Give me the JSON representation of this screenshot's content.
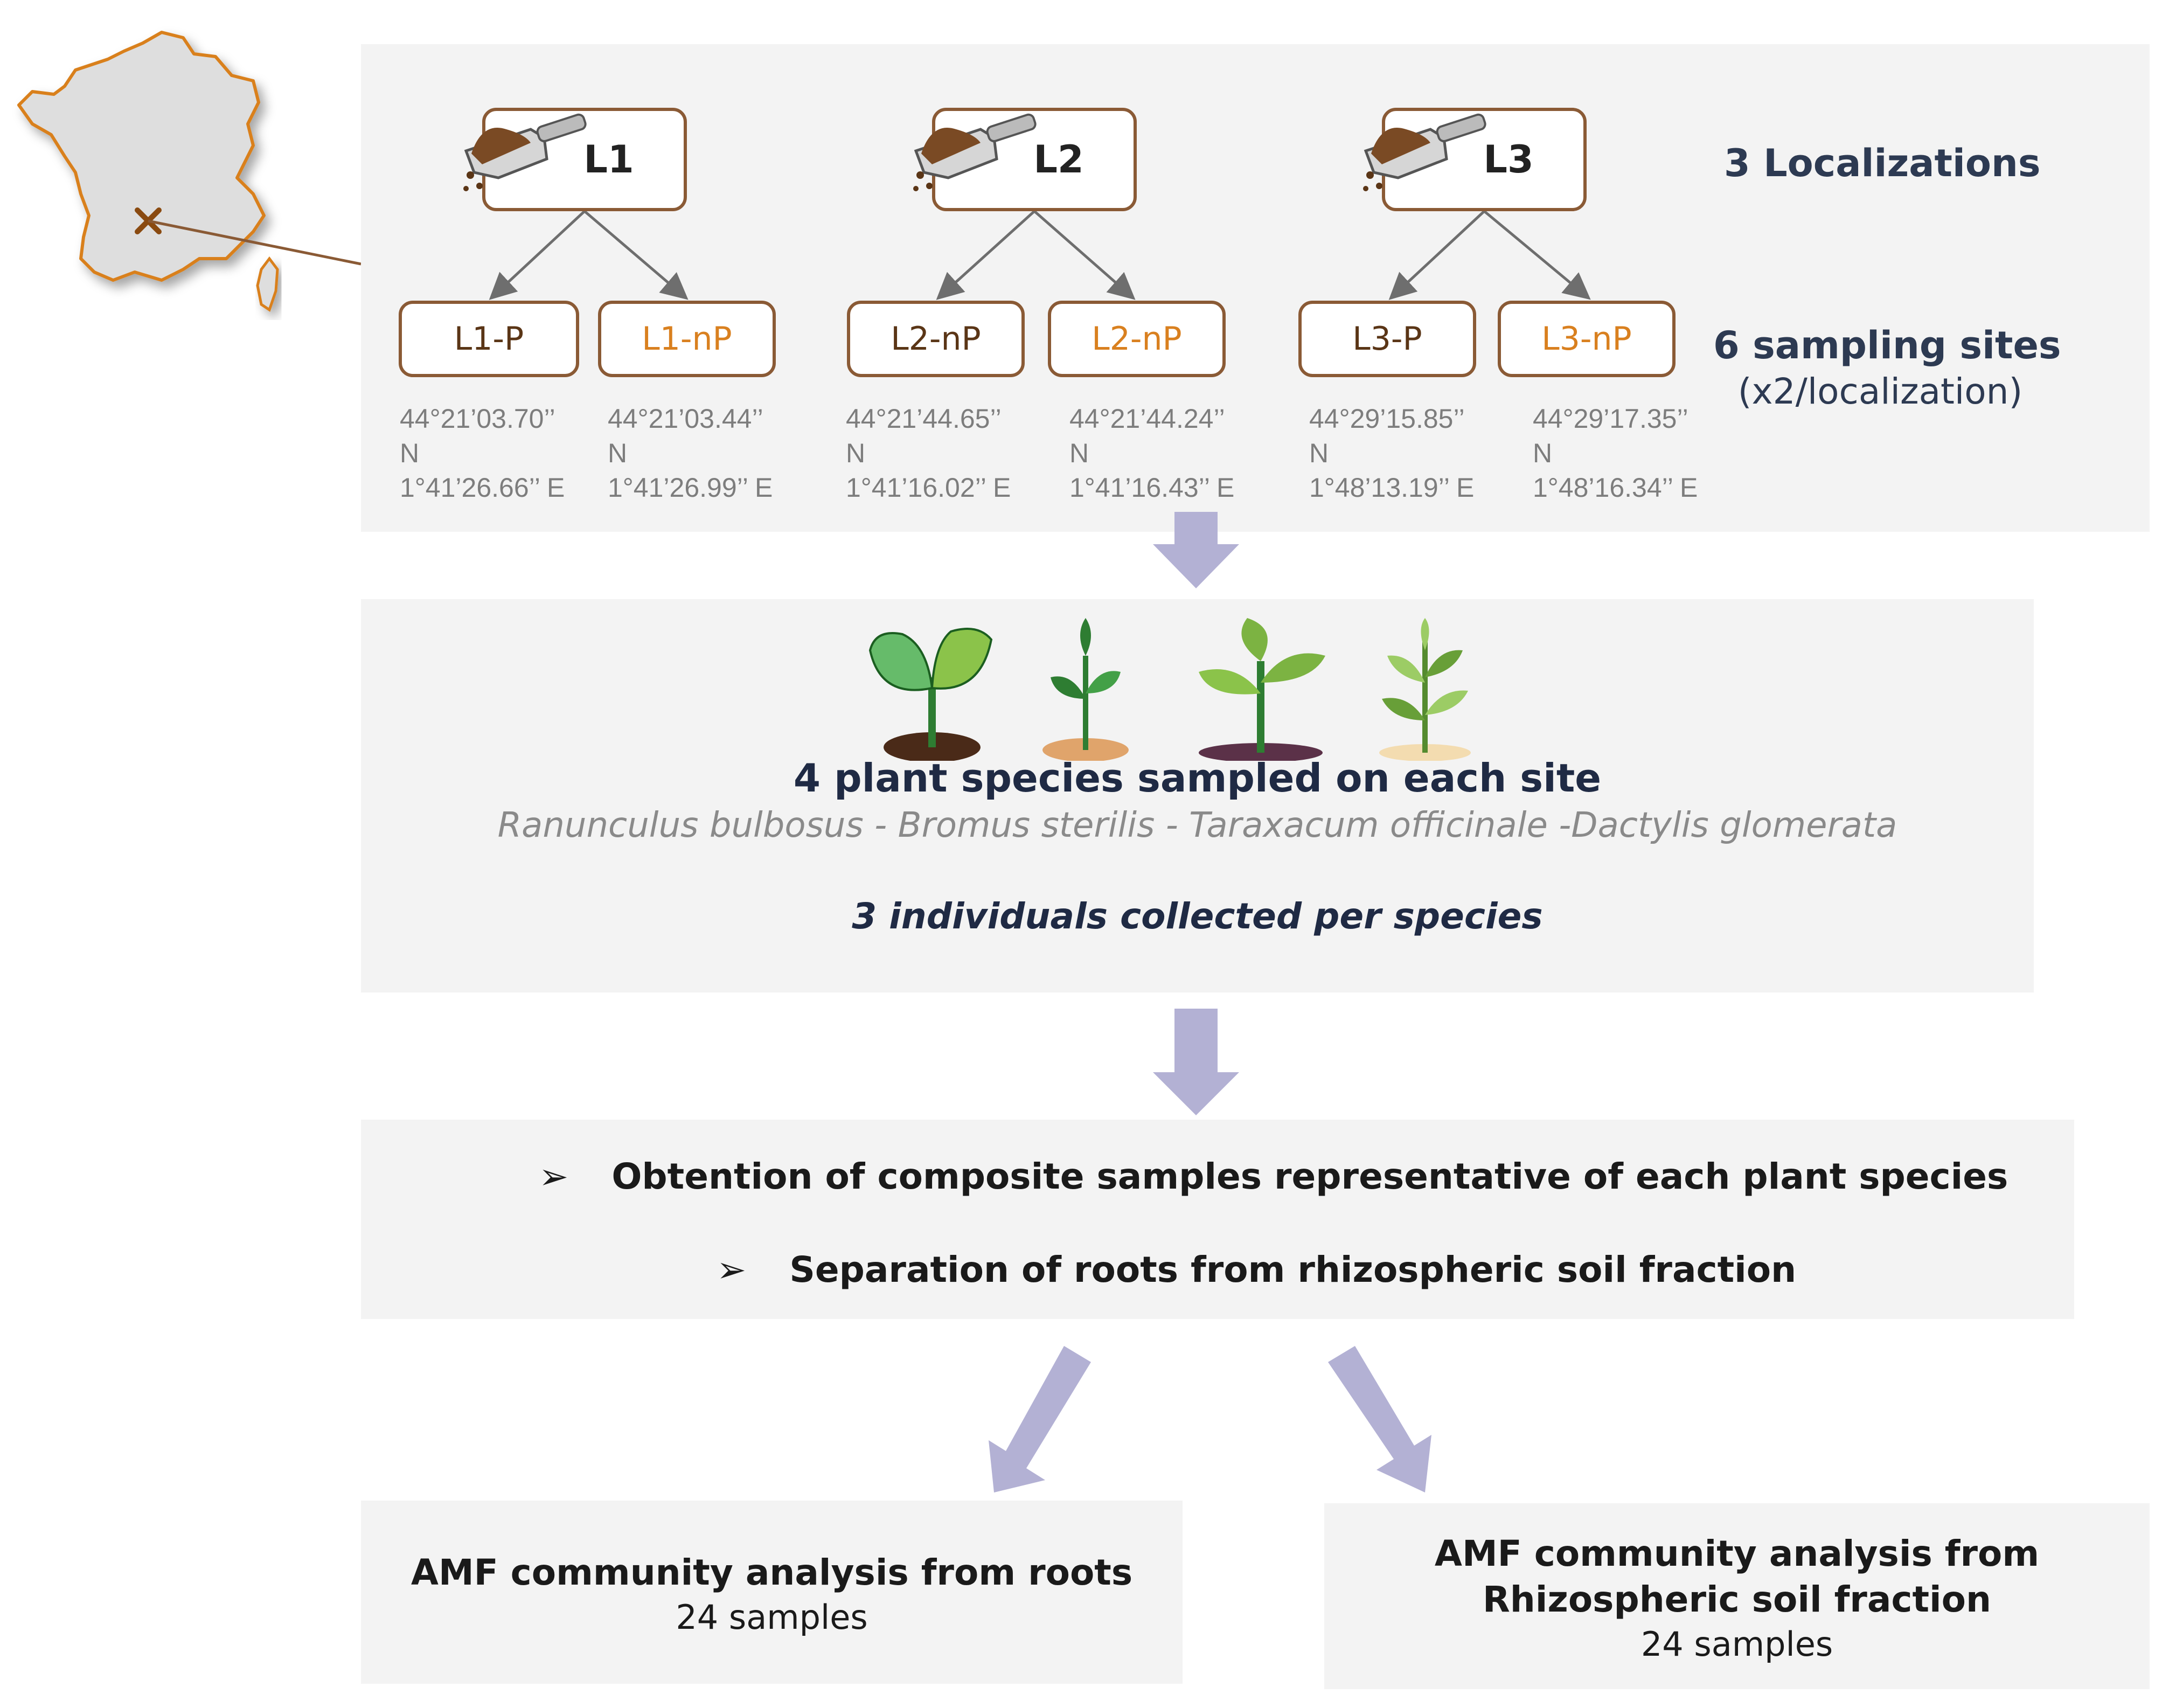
{
  "localizations": [
    {
      "label": "L1",
      "sites": [
        {
          "label": "L1-P",
          "tone": "p",
          "coord": [
            "44°21’03.70’’",
            "N",
            "1°41’26.66’’ E"
          ]
        },
        {
          "label": "L1-nP",
          "tone": "np",
          "coord": [
            "44°21’03.44’’",
            "N",
            "1°41’26.99’’ E"
          ]
        }
      ]
    },
    {
      "label": "L2",
      "sites": [
        {
          "label": "L2-nP",
          "tone": "p",
          "coord": [
            "44°21’44.65’’",
            "N",
            "1°41’16.02’’ E"
          ]
        },
        {
          "label": "L2-nP",
          "tone": "np",
          "coord": [
            "44°21’44.24’’",
            "N",
            "1°41’16.43’’ E"
          ]
        }
      ]
    },
    {
      "label": "L3",
      "sites": [
        {
          "label": "L3-P",
          "tone": "p",
          "coord": [
            "44°29’15.85’’",
            "N",
            "1°48’13.19’’ E"
          ]
        },
        {
          "label": "L3-nP",
          "tone": "np",
          "coord": [
            "44°29’17.35’’",
            "N",
            "1°48’16.34’’ E"
          ]
        }
      ]
    }
  ],
  "right_labels": {
    "localizations": "3 Localizations",
    "sites_title": "6 sampling sites",
    "sites_sub": "(x2/localization)"
  },
  "plants": {
    "title": "4 plant species sampled on each site",
    "species": "Ranunculus bulbosus - Bromus sterilis - Taraxacum officinale -Dactylis glomerata",
    "individuals": "3 individuals collected per species",
    "icons": [
      "sprout-icon",
      "seedling-icon",
      "plant-icon",
      "leafy-plant-icon"
    ]
  },
  "processing": {
    "steps": [
      "Obtention of composite samples representative of each plant species",
      "Separation of roots from rhizospheric soil fraction"
    ]
  },
  "outputs": {
    "roots": {
      "title": "AMF community analysis from roots",
      "count": "24 samples"
    },
    "soil": {
      "title_line1": "AMF community analysis from",
      "title_line2": "Rhizospheric soil fraction",
      "count": "24 samples"
    }
  },
  "colors": {
    "site_p": "#5a3516",
    "site_np": "#d9801f",
    "box_border": "#8a5a35",
    "flow_arrow": "#b3b1d4",
    "panel": "#f3f3f3",
    "map_outline": "#d9801f"
  }
}
